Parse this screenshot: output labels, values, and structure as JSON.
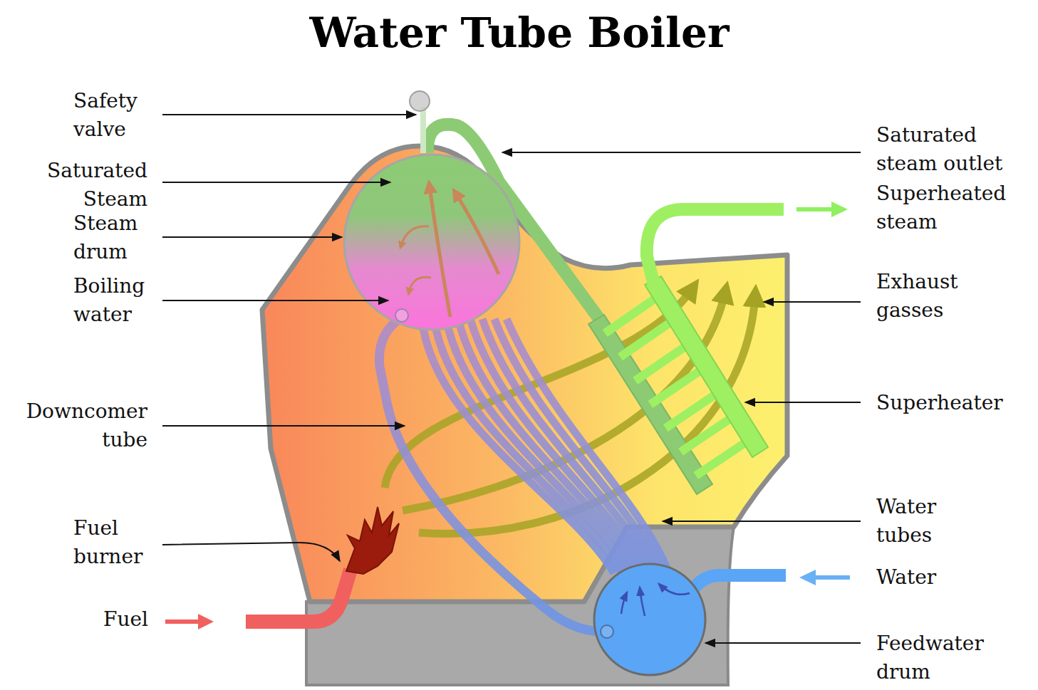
{
  "diagram": {
    "title": "Water Tube Boiler",
    "labels": [
      "Safety valve",
      "Saturated steam outlet",
      "Saturated Steam",
      "Superheated steam",
      "Steam drum",
      "Boiling water",
      "Exhaust gasses",
      "Superheater",
      "Downcomer tube",
      "Water tubes",
      "Fuel burner",
      "Water",
      "Fuel",
      "Feedwater drum"
    ]
  }
}
